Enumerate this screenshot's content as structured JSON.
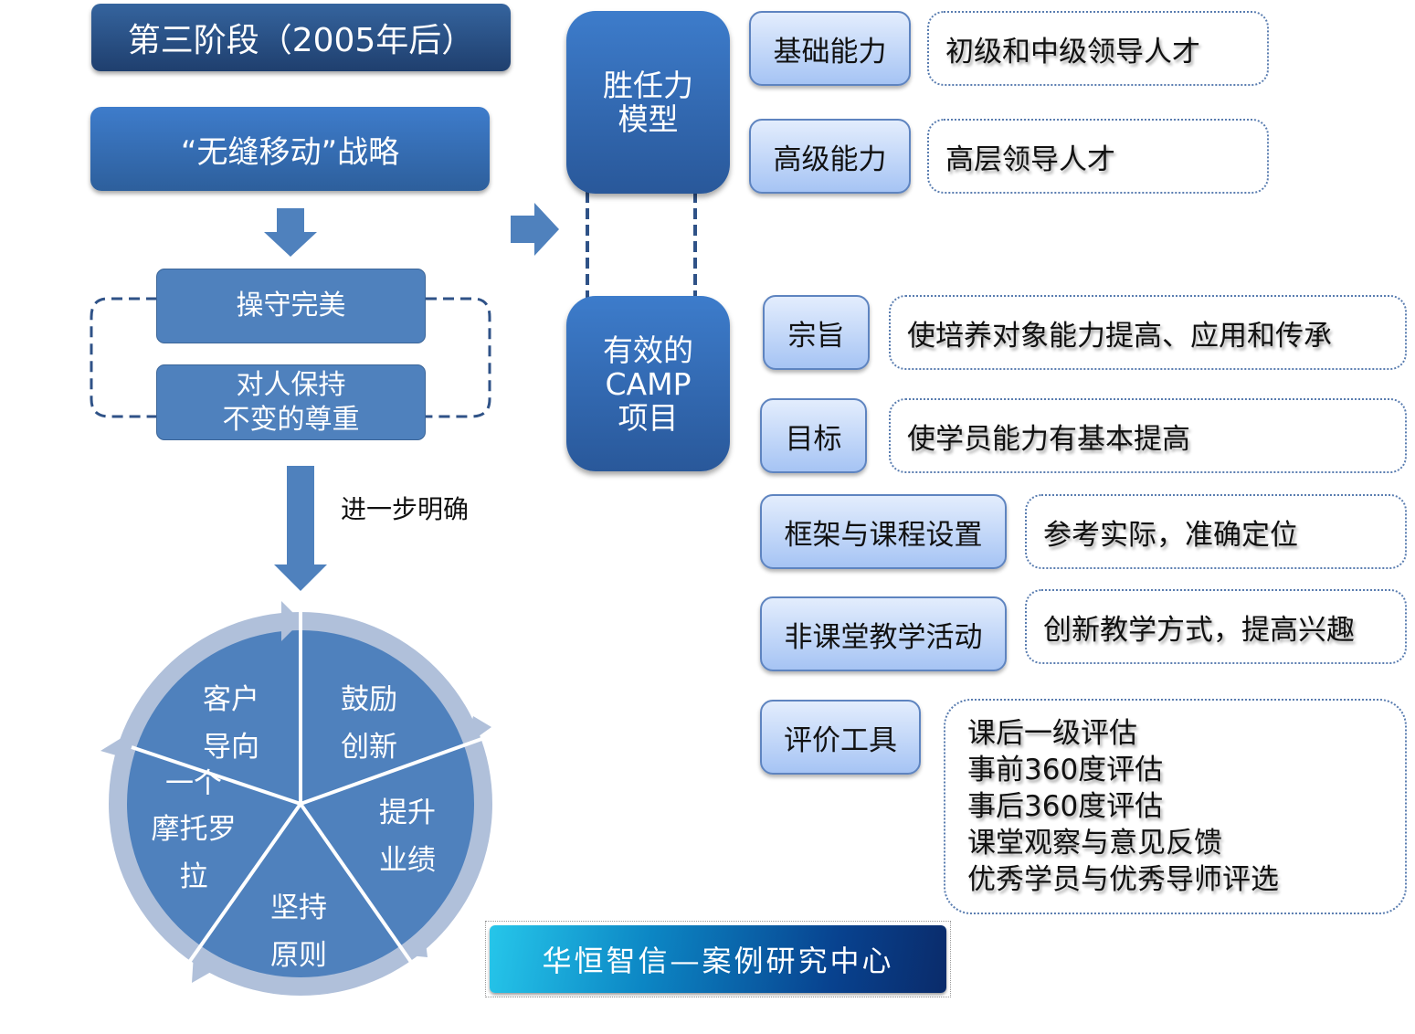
{
  "stage": {
    "title": "第三阶段（2005年后）"
  },
  "strategy": {
    "label": "“无缝移动”战略"
  },
  "values": {
    "items": [
      "操守完美",
      "对人保持不变的尊重"
    ],
    "line1": "操守完美",
    "line2a": "对人保持",
    "line2b": "不变的尊重"
  },
  "note": {
    "label": "进一步明确"
  },
  "cycle": {
    "segments": [
      {
        "line1": "客户",
        "line2": "导向"
      },
      {
        "line1": "鼓励",
        "line2": "创新"
      },
      {
        "line1": "提升",
        "line2": "业绩"
      },
      {
        "line1": "坚持",
        "line2": "原则"
      },
      {
        "line1": "一个",
        "line2": "摩托罗",
        "line3": "拉"
      }
    ]
  },
  "competency": {
    "title_line1": "胜任力",
    "title_line2": "模型",
    "rows": [
      {
        "label": "基础能力",
        "desc": "初级和中级领导人才"
      },
      {
        "label": "高级能力",
        "desc": "高层领导人才"
      }
    ]
  },
  "camp": {
    "title_line1": "有效的",
    "title_line2": "CAMP",
    "title_line3": "项目",
    "rows": [
      {
        "label": "宗旨",
        "desc": "使培养对象能力提高、应用和传承"
      },
      {
        "label": "目标",
        "desc": "使学员能力有基本提高"
      },
      {
        "label": "框架与课程设置",
        "desc": "参考实际，准确定位"
      },
      {
        "label": "非课堂教学活动",
        "desc": "创新教学方式，提高兴趣"
      }
    ],
    "evaluation": {
      "label": "评价工具",
      "items": [
        "课后一级评估",
        "事前360度评估",
        "事后360度评估",
        "课堂观察与意见反馈",
        "优秀学员与优秀导师评选"
      ]
    }
  },
  "logo": {
    "text": "华恒智信—案例研究中心"
  },
  "colors": {
    "primary": "#4f81bd",
    "dark": "#1f3f6e",
    "ring": "#b0c0da",
    "label_light": "#e3edfd",
    "label_dark": "#a6c4f4"
  }
}
